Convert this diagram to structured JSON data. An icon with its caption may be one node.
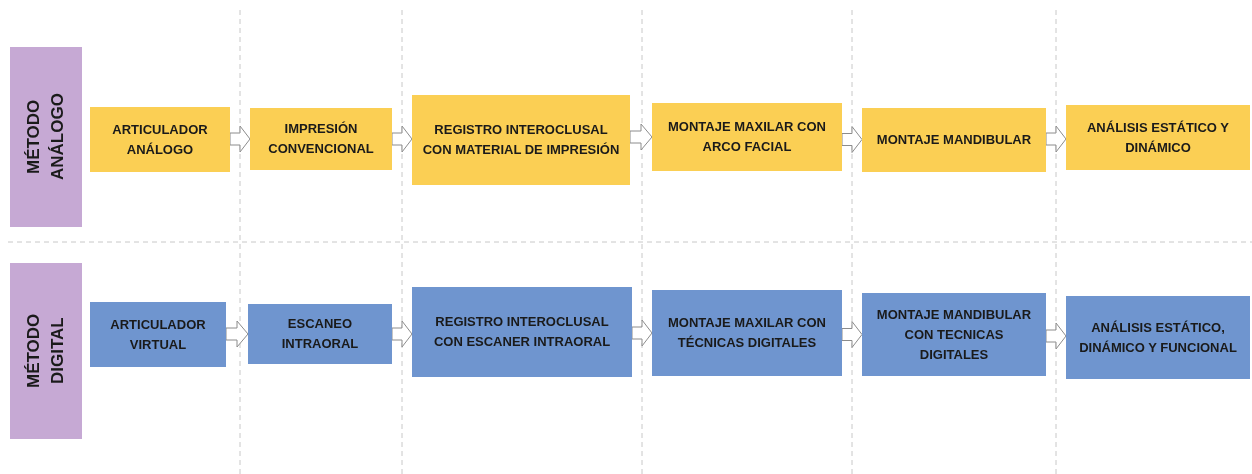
{
  "diagram": {
    "nodes": [
      {
        "text": [
          "MÉTODO ANÁLOGO"
        ]
      },
      {
        "text": [
          "ARTICULADOR ANÁLOGO"
        ]
      },
      {
        "text": [
          "IMPRESIÓN CONVENCIONAL"
        ]
      },
      {
        "text": [
          "REGISTRO INTEROCLUSAL CON MATERIAL DE IMPRESIÓN"
        ]
      },
      {
        "text": [
          "MONTAJE MAXILAR CON ARCO FACIAL"
        ]
      },
      {
        "text": [
          "MONTAJE MANDIBULAR"
        ]
      },
      {
        "text": [
          "ANÁLISIS ESTÁTICO Y DINÁMICO"
        ]
      },
      {
        "text": [
          "MÉTODO DIGITAL"
        ]
      },
      {
        "text": [
          "ARTICULADOR VIRTUAL"
        ]
      },
      {
        "text": [
          "ESCANEO INTRAORAL"
        ]
      },
      {
        "text": [
          "REGISTRO INTEROCLUSAL CON ESCANER INTRAORAL"
        ]
      },
      {
        "text": [
          "MONTAJE MAXILAR CON TÉCNICAS DIGITALES"
        ]
      },
      {
        "text": [
          "MONTAJE MANDIBULAR CON TECNICAS DIGITALES"
        ]
      },
      {
        "text": [
          "ANÁLISIS ESTÁTICO, DINÁMICO Y FUNCIONAL"
        ]
      }
    ],
    "edges": [
      {
        "from": 1,
        "to": 2,
        "arrow": "to"
      },
      {
        "from": 2,
        "to": 3,
        "arrow": "to"
      },
      {
        "from": 3,
        "to": 4,
        "arrow": "to"
      },
      {
        "from": 4,
        "to": 5,
        "arrow": "to"
      },
      {
        "from": 5,
        "to": 6,
        "arrow": "to"
      },
      {
        "from": 8,
        "to": 9,
        "arrow": "to"
      },
      {
        "from": 9,
        "to": 10,
        "arrow": "to"
      },
      {
        "from": 10,
        "to": 11,
        "arrow": "to"
      },
      {
        "from": 11,
        "to": 12,
        "arrow": "to"
      },
      {
        "from": 12,
        "to": 13,
        "arrow": "to"
      }
    ]
  }
}
